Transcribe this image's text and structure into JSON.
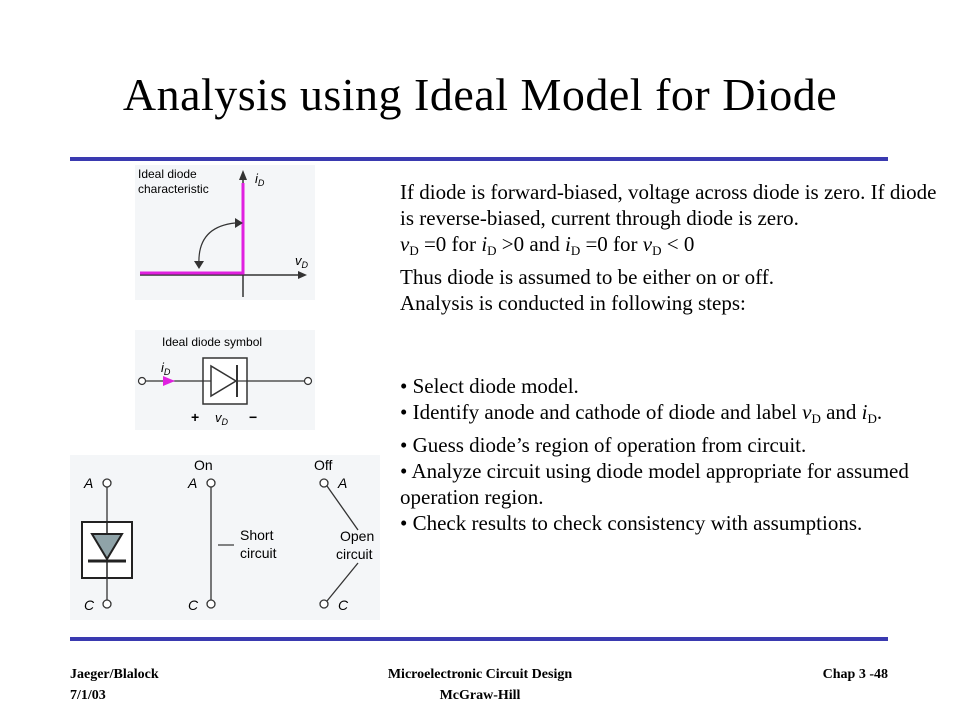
{
  "slide": {
    "title": "Analysis using Ideal Model for Diode"
  },
  "figures": {
    "characteristic": {
      "label_line1": "Ideal diode",
      "label_line2": "characteristic",
      "y_axis": "iD",
      "x_axis": "vD",
      "color": "#e020e0"
    },
    "symbol": {
      "label": "Ideal diode symbol",
      "current": "iD",
      "plus": "+",
      "voltage": "vD",
      "minus": "−",
      "arrow_color": "#e020e0"
    },
    "models": {
      "anode": "A",
      "cathode": "C",
      "on_label": "On",
      "short_line1": "Short",
      "short_line2": "circuit",
      "off_label": "Off",
      "open_line1": "Open",
      "open_line2": "circuit"
    }
  },
  "body": {
    "p1": "If diode is forward-biased, voltage across diode is zero. If diode is reverse-biased, current through diode is zero.",
    "cond": {
      "v": "v",
      "d": "D",
      "eq0_for": " =0 for ",
      "i": "i",
      "gt0_and": " >0 and ",
      "eq0_for2": " =0  for ",
      "lt0": " < 0"
    },
    "p3": "Thus diode is assumed to be either on or off.",
    "p4": "Analysis is  conducted in following steps:",
    "bullets": {
      "b1": "•  Select diode model.",
      "b2_text": "•  Identify anode and cathode of diode and label ",
      "b2_and": " and ",
      "b2_end": ".",
      "b3": "•  Guess diode’s region of operation from circuit.",
      "b4": "•  Analyze circuit using diode model appropriate for assumed operation region.",
      "b5": "•  Check results to check consistency with assumptions."
    }
  },
  "footer": {
    "left_line1": "Jaeger/Blalock",
    "left_line2": "7/1/03",
    "center_line1": "Microelectronic Circuit Design",
    "center_line2": "McGraw-Hill",
    "right_line1": "Chap 3 -48"
  }
}
